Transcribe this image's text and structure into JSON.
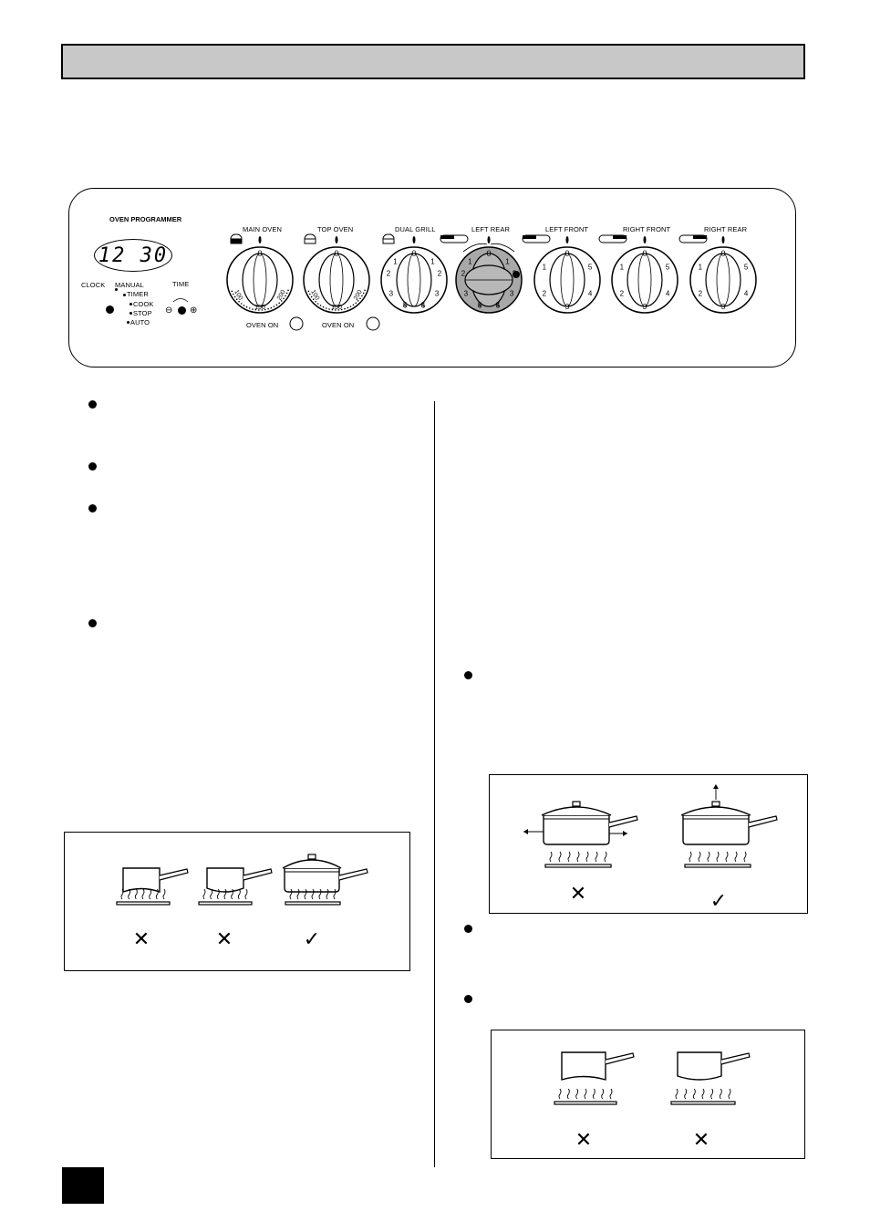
{
  "programmer": {
    "title": "OVEN PROGRAMMER",
    "display_time": "12 30",
    "clock_label": "CLOCK",
    "time_label": "TIME",
    "modes": [
      "MANUAL",
      "TIMER",
      "COOK",
      "STOP",
      "AUTO"
    ],
    "minus_symbol": "⊖",
    "plus_symbol": "⊕"
  },
  "controls": [
    {
      "label": "MAIN OVEN"
    },
    {
      "label": "TOP OVEN"
    },
    {
      "label": "DUAL GRILL"
    },
    {
      "label": "LEFT REAR"
    },
    {
      "label": "LEFT FRONT"
    },
    {
      "label": "RIGHT FRONT"
    },
    {
      "label": "RIGHT REAR"
    }
  ],
  "oven_on_labels": [
    "OVEN ON",
    "OVEN ON"
  ],
  "dial_marks": {
    "zero": "0",
    "oven_temps": [
      "100",
      "150",
      "200"
    ],
    "grill_numbers": [
      "1",
      "2",
      "3",
      "4",
      "5"
    ],
    "hob_numbers": [
      "1",
      "2",
      "3",
      "4",
      "5"
    ]
  },
  "figures": {
    "cross_mark": "✕",
    "check_mark": "✓"
  }
}
